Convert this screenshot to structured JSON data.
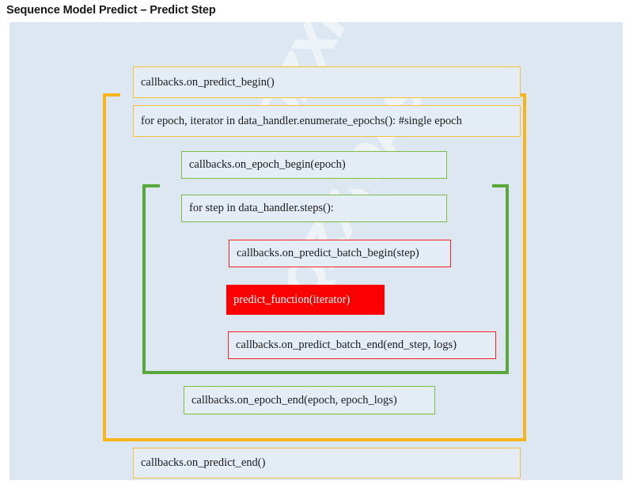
{
  "title": "Sequence Model Predict – Predict Step",
  "panel": {
    "background_color": "#dde7f2",
    "watermark_text": "QZXIDAS"
  },
  "colors": {
    "orange_border": "#f6bf3a",
    "orange_bracket": "#f9b417",
    "green_border": "#7dbd43",
    "green_bracket": "#5aa83c",
    "red_border": "#fb2020",
    "red_fill": "#fb0000",
    "box_fill": "#e4ecf6",
    "panel_fill": "#dde7f2"
  },
  "steps": [
    {
      "id": "predict-begin",
      "label": "callbacks.on_predict_begin()",
      "style": "orange"
    },
    {
      "id": "epoch-loop",
      "label": "for epoch, iterator in data_handler.enumerate_epochs():   #single epoch",
      "style": "orange"
    },
    {
      "id": "epoch-begin",
      "label": "callbacks.on_epoch_begin(epoch)",
      "style": "green"
    },
    {
      "id": "step-loop",
      "label": "for step in data_handler.steps():",
      "style": "green"
    },
    {
      "id": "predict-batch-begin",
      "label": "callbacks.on_predict_batch_begin(step)",
      "style": "red"
    },
    {
      "id": "predict-function",
      "label": "predict_function(iterator)",
      "style": "red-filled"
    },
    {
      "id": "predict-batch-end",
      "label": "callbacks.on_predict_batch_end(end_step, logs)",
      "style": "red"
    },
    {
      "id": "epoch-end",
      "label": "callbacks.on_epoch_end(epoch, epoch_logs)",
      "style": "green"
    },
    {
      "id": "predict-end",
      "label": "callbacks.on_predict_end()",
      "style": "orange"
    }
  ]
}
